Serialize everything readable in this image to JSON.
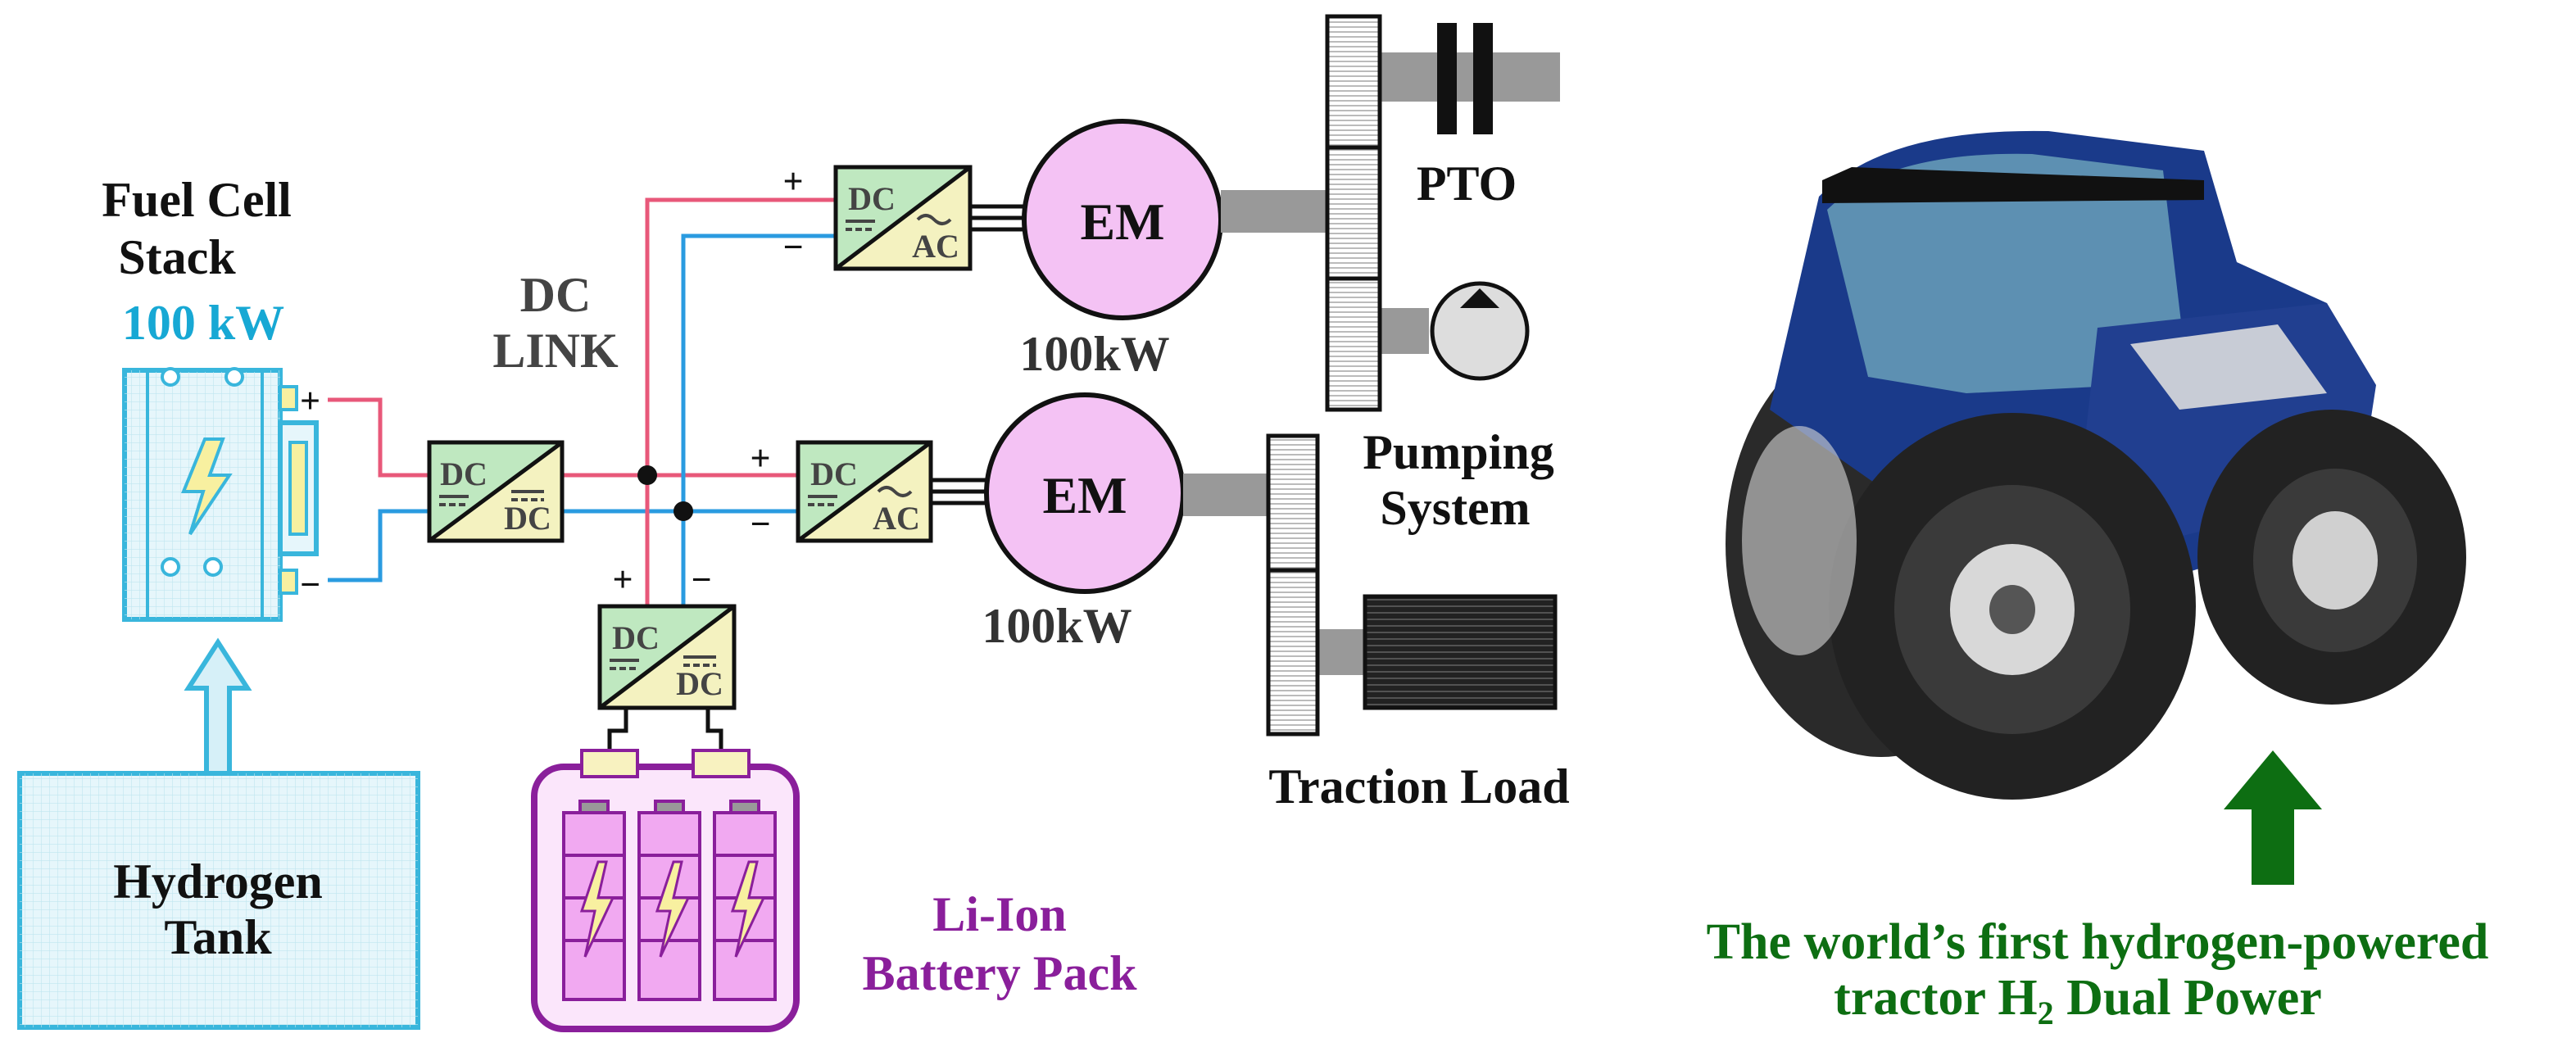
{
  "fuel_cell": {
    "title_line1": "Fuel Cell",
    "title_line2": "Stack",
    "power": "100 kW"
  },
  "hydrogen_tank": {
    "line1": "Hydrogen",
    "line2": "Tank"
  },
  "dc_link": {
    "line1": "DC",
    "line2": "LINK"
  },
  "converter": {
    "dc": "DC",
    "ac": "AC"
  },
  "polarity": {
    "plus": "+",
    "minus": "−"
  },
  "motors": [
    {
      "label": "EM",
      "power": "100kW"
    },
    {
      "label": "EM",
      "power": "100kW"
    }
  ],
  "loads": {
    "pto": "PTO",
    "pumping_line1": "Pumping",
    "pumping_line2": "System",
    "traction": "Traction Load"
  },
  "battery": {
    "line1": "Li-Ion",
    "line2": "Battery Pack"
  },
  "tractor_caption": {
    "line1": "The world’s first hydrogen-powered",
    "line2_prefix": "tractor H",
    "subscript": "2",
    "line2_suffix": " Dual Power"
  },
  "colors": {
    "positive_wire": "#e8587a",
    "negative_wire": "#2a9be0",
    "fuel_cell": "#39b6dc",
    "fuel_cell_power": "#17a8d4",
    "motor_fill": "#f4c2f4",
    "battery": "#8a1f9b",
    "converter_dc": "#bfe8c0",
    "converter_ac": "#f4f2c0",
    "caption_green": "#0d6e12",
    "arrow_green": "#0d6e12",
    "tractor_blue": "#1a3a8a"
  }
}
